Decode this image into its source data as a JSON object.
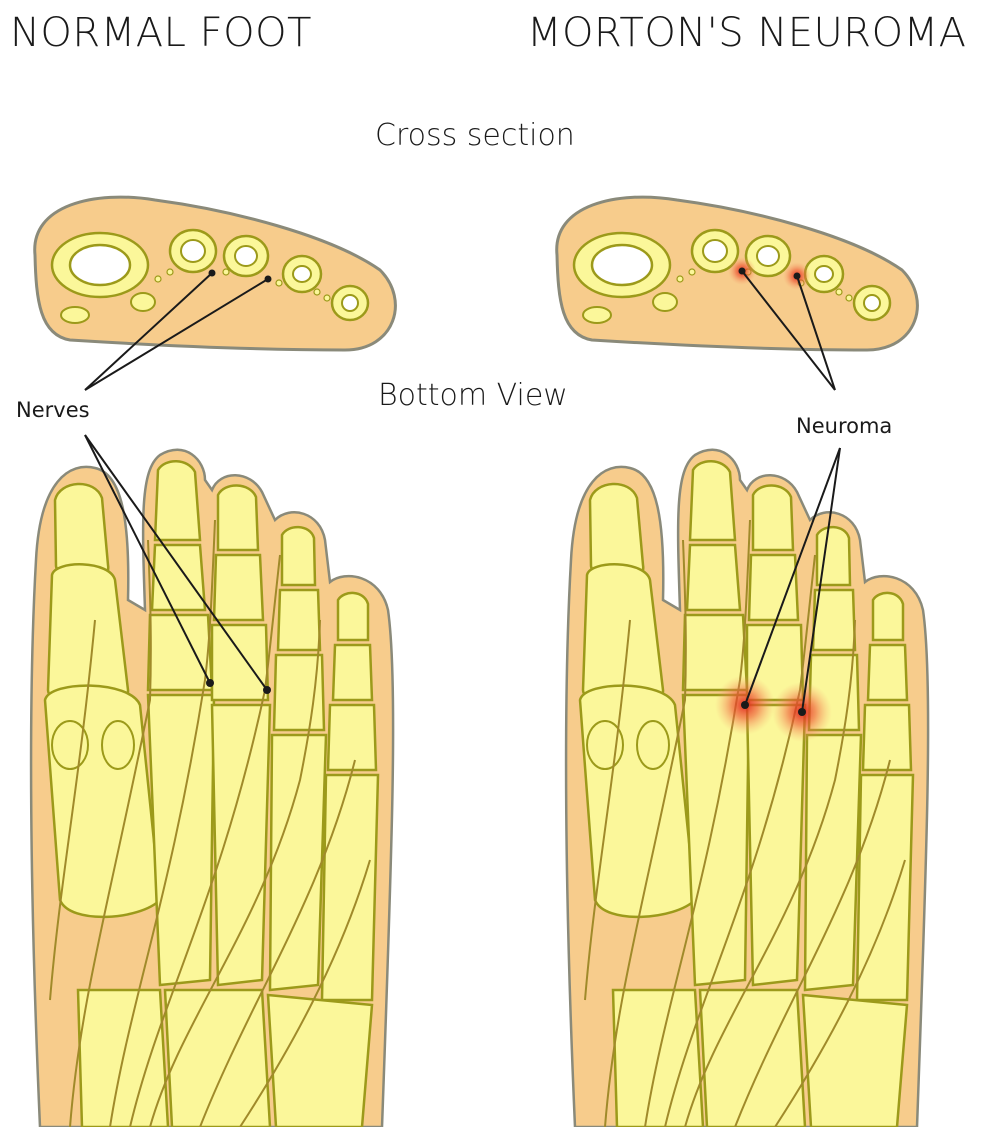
{
  "titles": {
    "normal": "NORMAL FOOT",
    "morton": "MORTON'S NEUROMA"
  },
  "views": {
    "cross_section": "Cross section",
    "bottom_view": "Bottom View"
  },
  "callouts": {
    "nerves": "Nerves",
    "neuroma": "Neuroma"
  },
  "colors": {
    "skin": "#f7cc8c",
    "skin_edge": "#8a8a7a",
    "bone": "#fbf79a",
    "bone_edge": "#9c9a1a",
    "nerve": "#a08a2a",
    "neuroma": "#e0221a"
  }
}
